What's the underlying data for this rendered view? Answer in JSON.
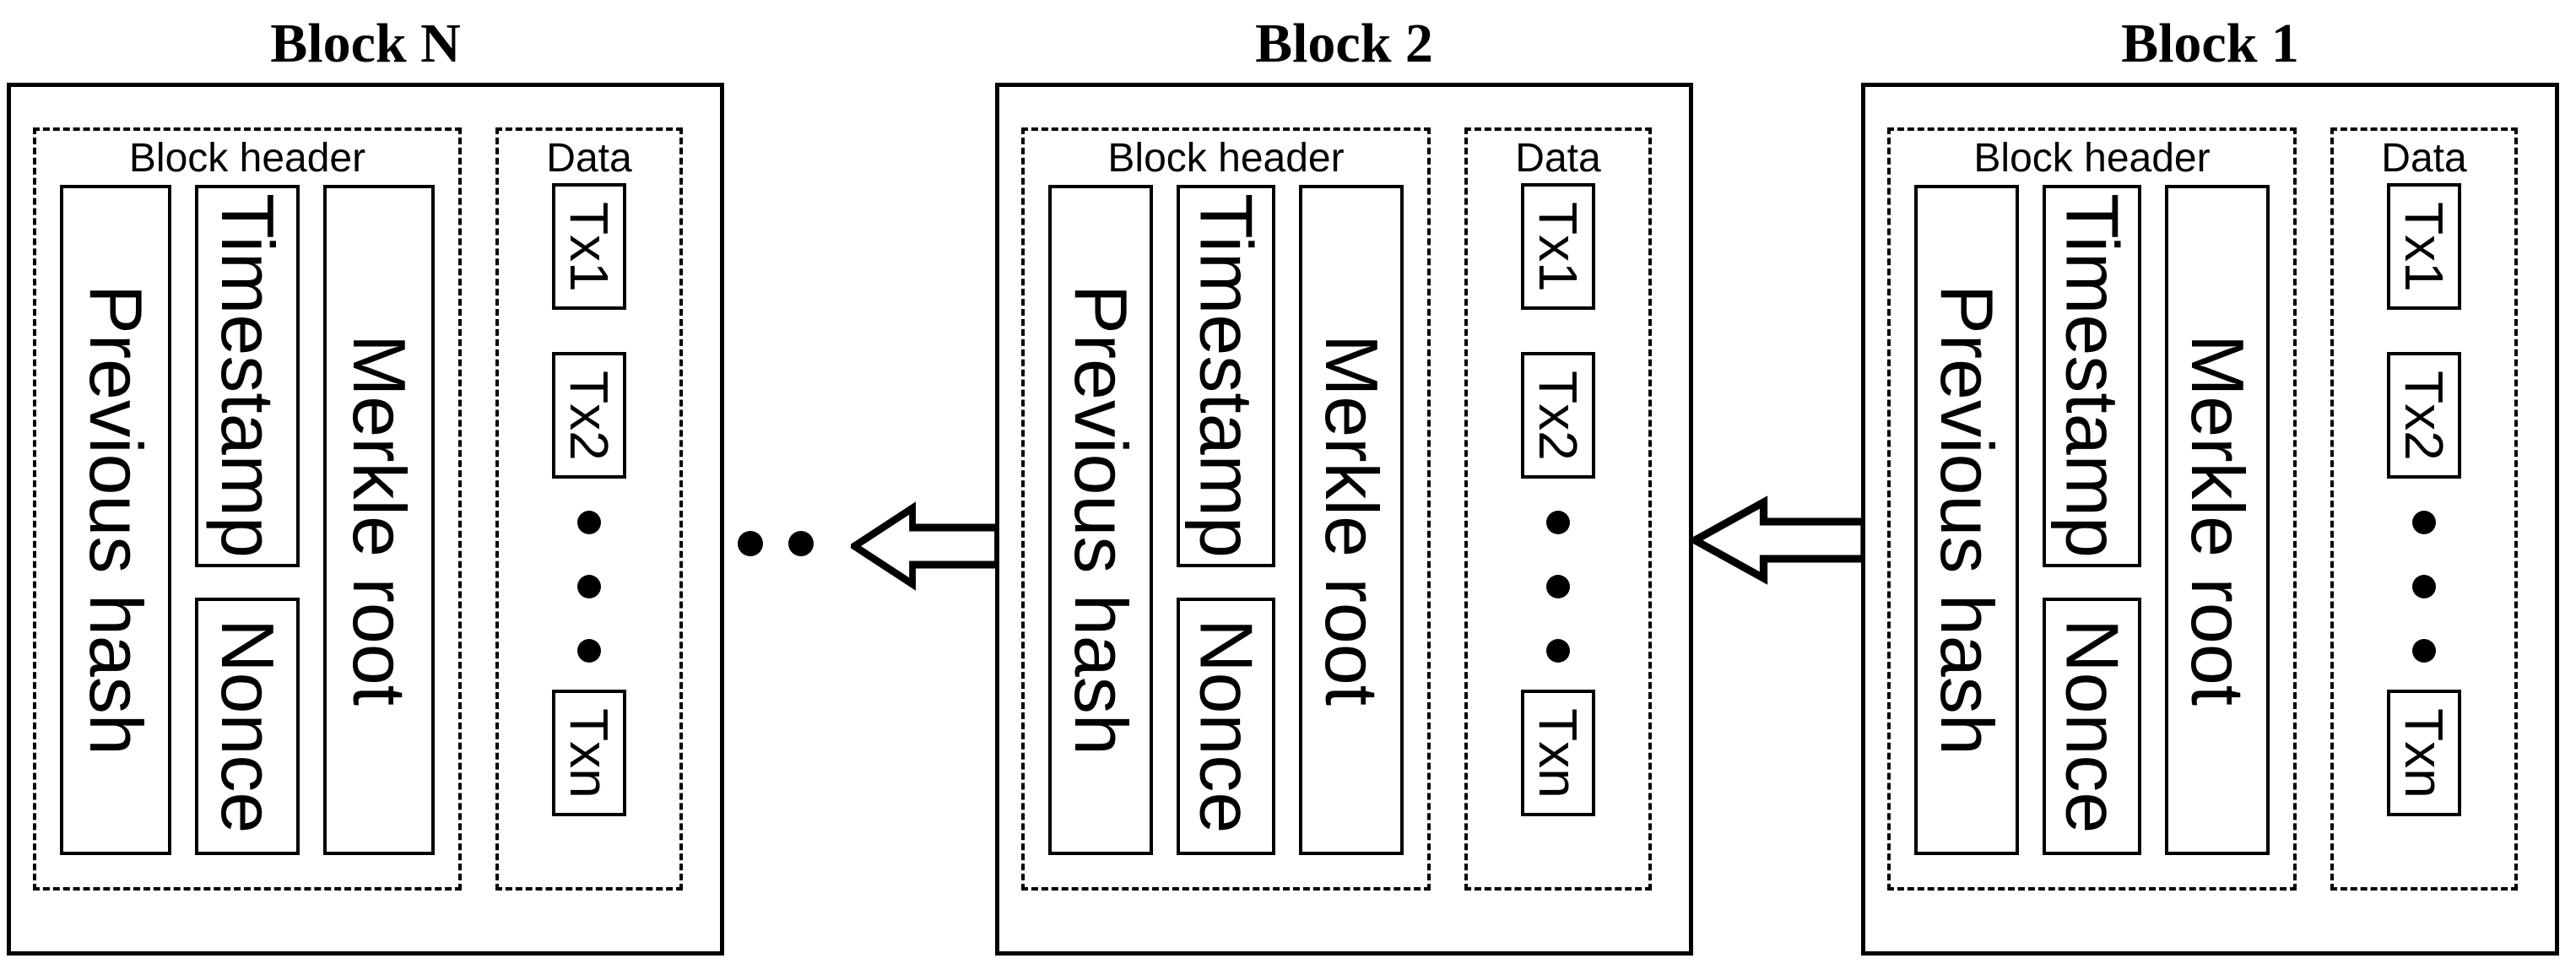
{
  "colors": {
    "stroke": "#000000",
    "background": "#ffffff",
    "text": "#000000"
  },
  "blocks": [
    {
      "title": "Block N",
      "header_label": "Block header",
      "fields": {
        "previous_hash": "Previous hash",
        "timestamp": "Timestamp",
        "nonce": "Nonce",
        "merkle_root": "Merkle root"
      },
      "data_label": "Data",
      "transactions": [
        "Tx1",
        "Tx2",
        "Txn"
      ],
      "data_ellipsis_dots": 3
    },
    {
      "title": "Block 2",
      "header_label": "Block header",
      "fields": {
        "previous_hash": "Previous hash",
        "timestamp": "Timestamp",
        "nonce": "Nonce",
        "merkle_root": "Merkle root"
      },
      "data_label": "Data",
      "transactions": [
        "Tx1",
        "Tx2",
        "Txn"
      ],
      "data_ellipsis_dots": 3
    },
    {
      "title": "Block 1",
      "header_label": "Block header",
      "fields": {
        "previous_hash": "Previous hash",
        "timestamp": "Timestamp",
        "nonce": "Nonce",
        "merkle_root": "Merkle root"
      },
      "data_label": "Data",
      "transactions": [
        "Tx1",
        "Tx2",
        "Txn"
      ],
      "data_ellipsis_dots": 3
    }
  ],
  "connectors": {
    "chain_ellipsis_dots": 2,
    "arrows": [
      {
        "name": "left-arrow-from-block-2",
        "direction": "left"
      },
      {
        "name": "left-arrow-from-block-1",
        "direction": "left"
      }
    ]
  }
}
